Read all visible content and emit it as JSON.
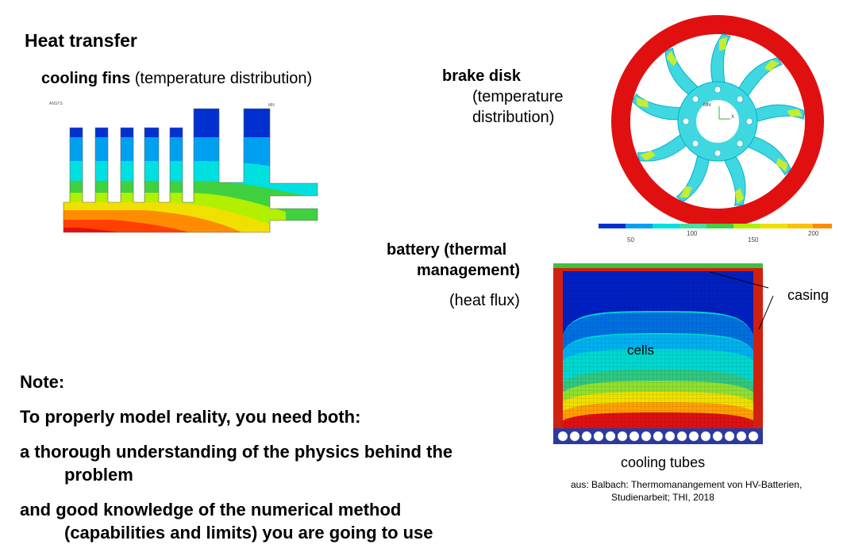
{
  "slide": {
    "section_title": "Heat transfer",
    "cooling_fins": {
      "bold": "cooling fins",
      "rest": " (temperature distribution)"
    },
    "brake_disk": {
      "line1": "brake disk",
      "line2": "(temperature",
      "line3": "distribution)"
    },
    "battery": {
      "line1": "battery  (thermal",
      "line2": "management)",
      "line3": "(heat flux)"
    },
    "labels": {
      "casing": "casing",
      "cells": "cells",
      "cooling_tubes": "cooling tubes"
    },
    "scale_ticks": [
      "50",
      "100",
      "150",
      "200"
    ],
    "note": {
      "heading": "Note:",
      "line1": "To properly  model reality, you need both:",
      "line2a": "a thorough understanding of the physics behind the",
      "line2b": "problem",
      "line3a": "and good knowledge of the numerical method",
      "line3b": "(capabilities and limits) you are going to use"
    },
    "source": {
      "line1": "aus:  Balbach: Thermomanangement von HV-Batterien,",
      "line2": "Studienarbeit; THI, 2018"
    }
  },
  "colors": {
    "hot": "#e01010",
    "warm": "#ff8c00",
    "yellow": "#f0e000",
    "green": "#40d040",
    "cyan": "#00e0e0",
    "lightblue": "#00a0f0",
    "blue": "#0030d0"
  }
}
